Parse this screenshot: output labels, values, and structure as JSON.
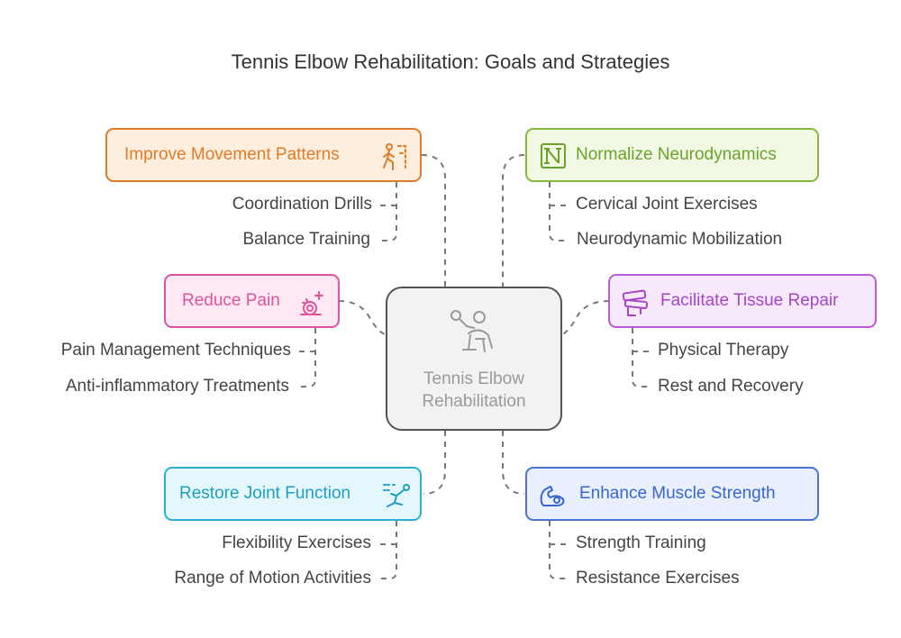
{
  "title": "Tennis Elbow Rehabilitation: Goals and Strategies",
  "center": {
    "line1": "Tennis Elbow",
    "line2": "Rehabilitation",
    "icon": "tennis-player-icon"
  },
  "goals": {
    "movement": {
      "label": "Improve Movement Patterns",
      "icon": "walking-person-icon",
      "color": "#e07b27",
      "fill": "#fdeedd",
      "strategies": [
        "Coordination Drills",
        "Balance Training"
      ]
    },
    "neuro": {
      "label": "Normalize Neurodynamics",
      "icon": "notion-n-icon",
      "color": "#86b83a",
      "fill": "#f1f8e4",
      "strategies": [
        "Cervical Joint Exercises",
        "Neurodynamic Mobilization"
      ]
    },
    "pain": {
      "label": "Reduce Pain",
      "icon": "snail-plus-icon",
      "color": "#e0529b",
      "fill": "#fde8f3",
      "strategies": [
        "Pain Management Techniques",
        "Anti-inflammatory Treatments"
      ]
    },
    "tissue": {
      "label": "Facilitate Tissue Repair",
      "icon": "bandage-icon",
      "color": "#b85ad9",
      "fill": "#f7e9fc",
      "strategies": [
        "Physical Therapy",
        "Rest and Recovery"
      ]
    },
    "joint": {
      "label": "Restore Joint Function",
      "icon": "stretching-person-icon",
      "color": "#2bb0d1",
      "fill": "#e4f7fc",
      "strategies": [
        "Flexibility Exercises",
        "Range of Motion Activities"
      ]
    },
    "muscle": {
      "label": "Enhance Muscle Strength",
      "icon": "flexed-arm-icon",
      "color": "#4a74d8",
      "fill": "#e9effc",
      "strategies": [
        "Strength Training",
        "Resistance Exercises"
      ]
    }
  }
}
